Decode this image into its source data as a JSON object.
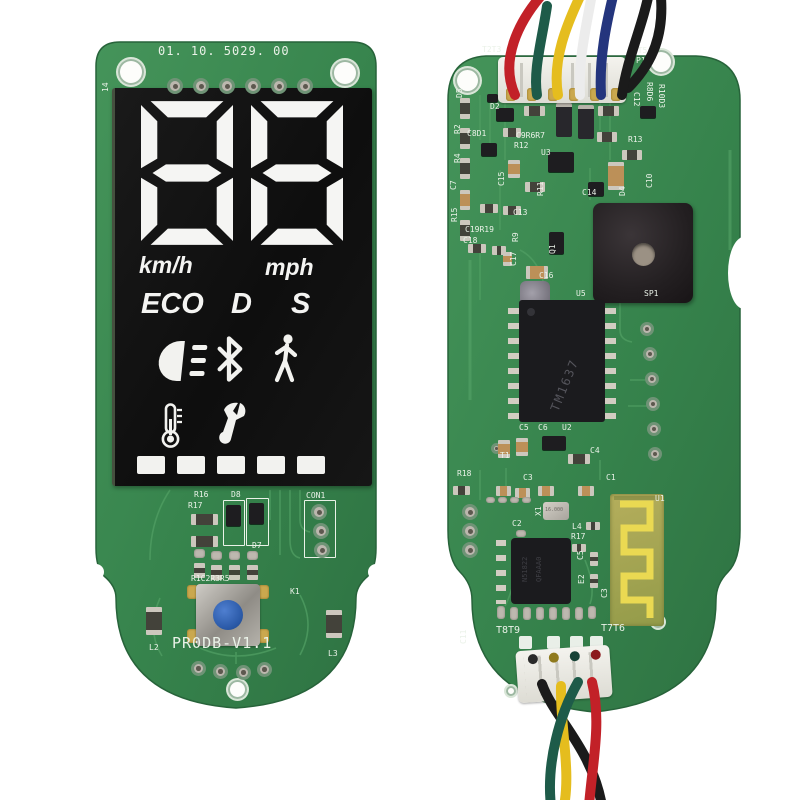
{
  "image_type": "photograph",
  "subject": "Electric scooter dashboard circuit board, display side and component side",
  "left_board": {
    "top_code": "01. 10. 5029. 00",
    "edge_code": "14",
    "display": {
      "digits": "88",
      "unit_left": "km/h",
      "unit_right": "mph",
      "mode_labels": [
        "ECO",
        "D",
        "S"
      ],
      "status_icons": [
        "headlight-icon",
        "bluetooth-icon",
        "pedestrian-icon",
        "thermometer-icon",
        "wrench-icon"
      ],
      "battery_bar_count": 5
    },
    "silkscreen": [
      "R16",
      "R17",
      "D8",
      "D7",
      "CON1",
      "R1C2R3R5",
      "K1",
      "L2",
      "L3",
      "PR0DB-V1.1"
    ]
  },
  "right_board": {
    "silkscreen": [
      "T2T3",
      "T4T5",
      "P1",
      "D5",
      "D2",
      "R2",
      "C8D1",
      "C9R6R7",
      "R4",
      "R12",
      "U3",
      "R13",
      "C7",
      "C15",
      "R11",
      "C14",
      "D4",
      "C10",
      "R15",
      "C13",
      "C19R19",
      "R9",
      "C18",
      "C17",
      "Q1",
      "C16",
      "U5",
      "SP1",
      "R10D3",
      "R8D6",
      "C12",
      "C5",
      "C6",
      "U2",
      "T1",
      "C4",
      "R18",
      "C3",
      "C1",
      "U1",
      "X1",
      "C2",
      "L4",
      "R17",
      "C5",
      "E2",
      "C3",
      "C11",
      "T8T9",
      "T7T6"
    ],
    "chip_markings": {
      "display_driver": "TM1637",
      "crystal": "16.000",
      "ble_line1": "N51822",
      "ble_line2": "QFAAA0"
    },
    "top_wires": [
      "red",
      "green",
      "yellow",
      "white",
      "blue",
      "black",
      "black"
    ],
    "bottom_wires": [
      "black",
      "yellow",
      "green",
      "red"
    ]
  },
  "colors": {
    "board_green": "#3a8a4f",
    "trace_green": "#4f9d62",
    "wire_red": "#c22128",
    "wire_green": "#1e5b49",
    "wire_yellow": "#e5bd1e",
    "wire_white": "#ececec",
    "wire_blue": "#24357d",
    "wire_black": "#1b1b1b",
    "display_bg": "#141414",
    "segment_white": "#f5f5f5",
    "silkscreen_white": "#eaf2e8",
    "pad_silver": "#bdb8af",
    "antenna_gold": "#e8d84f"
  }
}
